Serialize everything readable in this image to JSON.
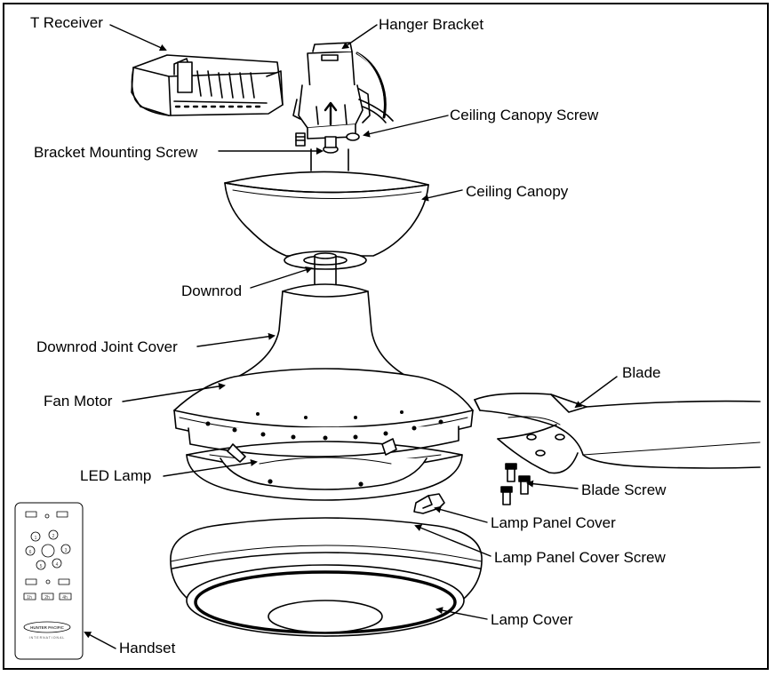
{
  "labels": {
    "t_receiver": "T Receiver",
    "hanger_bracket": "Hanger Bracket",
    "ceiling_canopy_screw": "Ceiling Canopy Screw",
    "bracket_mounting_screw": "Bracket Mounting Screw",
    "ceiling_canopy": "Ceiling Canopy",
    "downrod": "Downrod",
    "downrod_joint_cover": "Downrod Joint Cover",
    "blade": "Blade",
    "fan_motor": "Fan Motor",
    "led_lamp": "LED Lamp",
    "blade_screw": "Blade Screw",
    "lamp_panel_cover": "Lamp Panel Cover",
    "lamp_panel_cover_screw": "Lamp Panel Cover Screw",
    "lamp_cover": "Lamp Cover",
    "handset": "Handset"
  },
  "remote": {
    "brand": "HUNTER PACIFIC",
    "brand_sub": "INTERNATIONAL",
    "keys": [
      "1",
      "2",
      "3",
      "4",
      "5",
      "6"
    ],
    "timers": [
      "1h",
      "2h",
      "4h"
    ]
  }
}
